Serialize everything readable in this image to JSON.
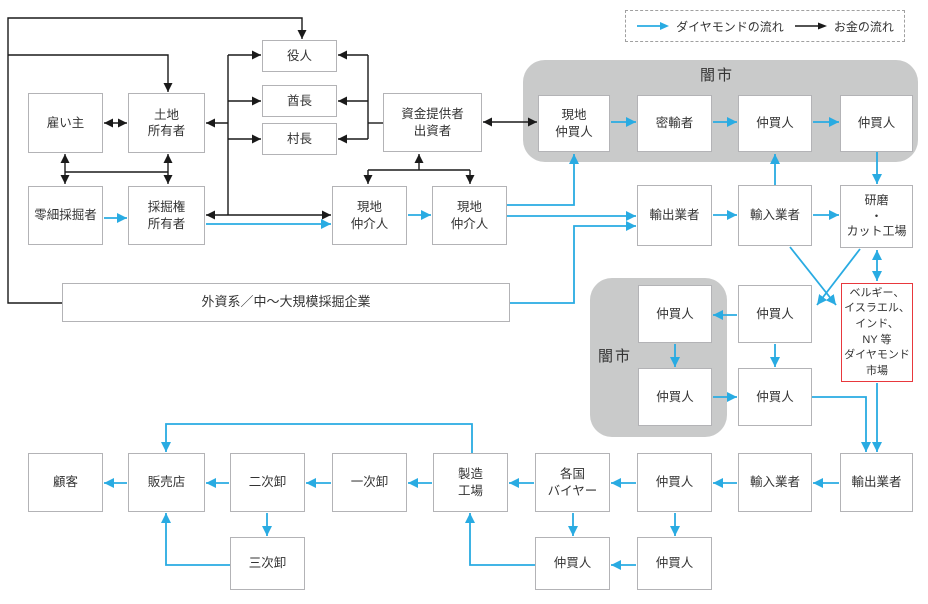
{
  "legend": {
    "diamond_flow_label": "ダイヤモンドの流れ",
    "money_flow_label": "お金の流れ"
  },
  "zones": {
    "black_market_top_label": "闇市",
    "black_market_mid_label": "闇市"
  },
  "nodes": {
    "official": "役人",
    "chief": "酋長",
    "village_head": "村長",
    "employer": "雇い主",
    "landowner": "土地\n所有者",
    "financier": "資金提供者\n出資者",
    "small_scale_miner": "零細採掘者",
    "mining_rights_owner": "採掘権\n所有者",
    "local_intermediary_1": "現地\n仲介人",
    "local_intermediary_2": "現地\n仲介人",
    "local_middleman": "現地\n仲買人",
    "smuggler": "密輸者",
    "middleman_bm1": "仲買人",
    "middleman_bm2": "仲買人",
    "exporter_mid": "輸出業者",
    "importer_mid": "輸入業者",
    "cutting_factory": "研磨\n・\nカット工場",
    "foreign_mining_company": "外資系／中～大規模採掘企業",
    "middleman_gray_top": "仲買人",
    "middleman_right_top": "仲買人",
    "diamond_market": "ベルギー、\nイスラエル、\nインド、\nNY 等\nダイヤモンド\n市場",
    "middleman_gray_bottom": "仲買人",
    "middleman_right_bottom": "仲買人",
    "customer": "顧客",
    "retailer": "販売店",
    "secondary_wholesaler": "二次卸",
    "primary_wholesaler": "一次卸",
    "factory": "製造\n工場",
    "country_buyers": "各国\nバイヤー",
    "middleman_btm1": "仲買人",
    "importer_btm": "輸入業者",
    "exporter_btm": "輸出業者",
    "tertiary_wholesaler": "三次卸",
    "middleman_btm2": "仲買人",
    "middleman_btm3": "仲買人"
  },
  "colors": {
    "diamond_flow": "#29abe2",
    "money_flow": "#1a1a1a",
    "zone_bg": "#c9caca",
    "market_highlight": "#e8383d"
  }
}
